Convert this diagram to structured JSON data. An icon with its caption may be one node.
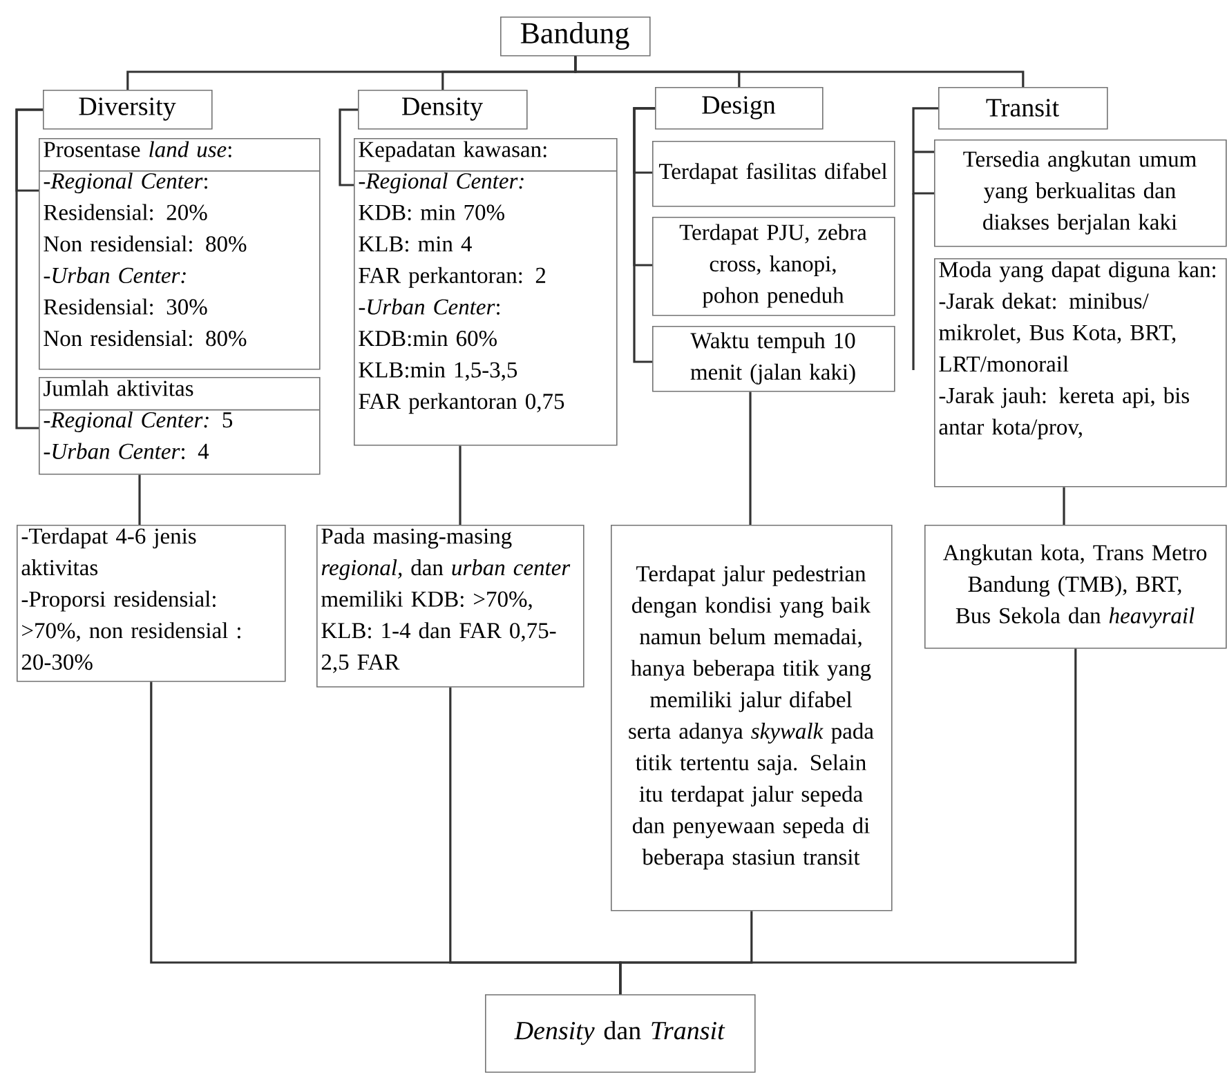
{
  "diagram": {
    "nodes": [
      {
        "text": [
          "Bandung"
        ]
      },
      {
        "text": [
          "Diversity"
        ]
      },
      {
        "text": [
          "Prosentase *land use*:",
          "*-Regional Center*:",
          "Residensial: 20%",
          "Non residensial: 80%",
          "*-Urban Center:*",
          "Residensial: 30%",
          "Non residensial: 80%"
        ]
      },
      {
        "text": [
          "Jumlah aktivitas",
          "*-Regional Center:* 5",
          "*-Urban Center*: 4"
        ]
      },
      {
        "text": [
          "Density"
        ]
      },
      {
        "text": [
          "Kepadatan kawasan:",
          "*-Regional Center:*",
          "KDB: min 70%",
          "KLB: min 4",
          "FAR perkantoran: 2",
          "*-Urban Center*:",
          "KDB:min 60%",
          "KLB:min 1,5-3,5",
          "FAR perkantoran 0,75"
        ]
      },
      {
        "text": [
          "Design"
        ]
      },
      {
        "text": [
          "Terdapat fasilitas difabel"
        ]
      },
      {
        "text": [
          "Terdapat PJU, zebra cross, kanopi, pohon peneduh"
        ]
      },
      {
        "text": [
          "Waktu tempuh 10 menit (jalan kaki)"
        ]
      },
      {
        "text": [
          "Transit"
        ]
      },
      {
        "text": [
          "Tersedia angkutan umum yang berkualitas dan diakses berjalan kaki"
        ]
      },
      {
        "text": [
          "Moda yang dapat diguna kan:",
          "-Jarak dekat: minibus/ mikrolet, Bus Kota, BRT, LRT/monorail",
          "-Jarak jauh: kereta api, bis antar kota/prov,"
        ]
      },
      {
        "text": [
          "-Terdapat 4-6 jenis aktivitas",
          "-Proporsi residensial: >70%, non residensial : 20-30%"
        ]
      },
      {
        "text": [
          "Pada masing-masing *regional,* dan *urban center* memiliki KDB: >70%, KLB: 1-4 dan FAR 0,75-2,5 FAR"
        ]
      },
      {
        "text": [
          "Terdapat jalur pedestrian dengan kondisi yang baik namun belum memadai, hanya beberapa titik yang memiliki jalur difabel serta adanya *skywalk* pada titik tertentu saja. Selain itu terdapat jalur sepeda dan penyewaan sepeda di beberapa stasiun transit"
        ]
      },
      {
        "text": [
          "Angkutan kota, Trans Metro Bandung (TMB), BRT, Bus Sekola dan *heavyrail*"
        ]
      },
      {
        "text": [
          "*Density* dan *Transit*"
        ]
      }
    ],
    "edges": [
      {
        "from": 0,
        "to": 1,
        "arrow": "none"
      },
      {
        "from": 0,
        "to": 4,
        "arrow": "none"
      },
      {
        "from": 0,
        "to": 6,
        "arrow": "none"
      },
      {
        "from": 0,
        "to": 10,
        "arrow": "none"
      },
      {
        "from": 1,
        "to": 2,
        "arrow": "none"
      },
      {
        "from": 1,
        "to": 3,
        "arrow": "none"
      },
      {
        "from": 4,
        "to": 5,
        "arrow": "none"
      },
      {
        "from": 6,
        "to": 7,
        "arrow": "none"
      },
      {
        "from": 6,
        "to": 8,
        "arrow": "none"
      },
      {
        "from": 6,
        "to": 9,
        "arrow": "none"
      },
      {
        "from": 10,
        "to": 11,
        "arrow": "none"
      },
      {
        "from": 3,
        "to": 13,
        "arrow": "none"
      },
      {
        "from": 5,
        "to": 14,
        "arrow": "none"
      },
      {
        "from": 9,
        "to": 15,
        "arrow": "none"
      },
      {
        "from": 12,
        "to": 16,
        "arrow": "none"
      },
      {
        "from": 13,
        "to": 17,
        "arrow": "none"
      },
      {
        "from": 14,
        "to": 17,
        "arrow": "none"
      },
      {
        "from": 15,
        "to": 17,
        "arrow": "none"
      },
      {
        "from": 16,
        "to": 17,
        "arrow": "none"
      }
    ]
  }
}
